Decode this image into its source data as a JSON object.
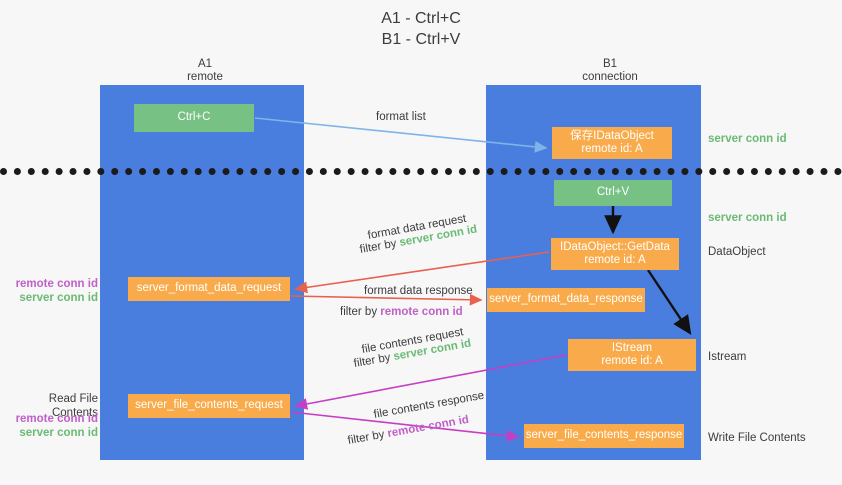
{
  "title": {
    "line1": "A1 - Ctrl+C",
    "line2": "B1 - Ctrl+V"
  },
  "columns": {
    "a1": {
      "name": "A1",
      "role": "remote"
    },
    "b1": {
      "name": "B1",
      "role": "connection"
    }
  },
  "boxes": {
    "ctrl_c": {
      "line1": "Ctrl+C",
      "line2": "",
      "color": "#76c183"
    },
    "idataobject": {
      "line1": "保存IDataObject",
      "line2": "remote id: A",
      "color": "#f9ab4b"
    },
    "ctrl_v": {
      "line1": "Ctrl+V",
      "line2": "",
      "color": "#76c183"
    },
    "getdata": {
      "line1": "IDataObject::GetData",
      "line2": "remote id: A",
      "color": "#f9ab4b"
    },
    "server_format_data_request": {
      "line1": "server_format_data_request",
      "line2": "",
      "color": "#f9ab4b"
    },
    "server_format_data_response": {
      "line1": "server_format_data_response",
      "line2": "",
      "color": "#f9ab4b"
    },
    "istream": {
      "line1": "IStream",
      "line2": "remote id: A",
      "color": "#f9ab4b"
    },
    "server_file_contents_request": {
      "line1": "server_file_contents_request",
      "line2": "",
      "color": "#f9ab4b"
    },
    "server_file_contents_response": {
      "line1": "server_file_contents_response",
      "line2": "",
      "color": "#f9ab4b"
    }
  },
  "arrow_labels": {
    "format_list": "format list",
    "format_data_request": "format data request",
    "format_data_request_filter_prefix": "filter by ",
    "format_data_request_filter_value": "server conn id",
    "format_data_response": "format data response",
    "format_data_response_filter_prefix": "filter by ",
    "format_data_response_filter_value": "remote conn id",
    "file_contents_request": "file contents request",
    "file_contents_request_filter_prefix": "filter by ",
    "file_contents_request_filter_value": "server conn id",
    "file_contents_response": "file contents response",
    "file_contents_response_filter_prefix": "filter by ",
    "file_contents_response_filter_value": "remote conn id"
  },
  "side_labels": {
    "server_conn_id_top": "server conn id",
    "server_conn_id_mid": "server conn id",
    "dataobject": "DataObject",
    "istream": "Istream",
    "write_file_contents": "Write File Contents",
    "read_file_contents": "Read File Contents",
    "remote_conn_id_a": "remote conn id",
    "server_conn_id_a": "server conn id",
    "remote_conn_id_b": "remote conn id",
    "server_conn_id_b": "server conn id"
  },
  "colors": {
    "lane": "#4a7ede",
    "green_box": "#76c183",
    "orange_box": "#f9ab4b",
    "green_text": "#6aba74",
    "magenta_text": "#c060c8",
    "arrow_blue": "#7fb4e8",
    "arrow_red": "#e8614d",
    "arrow_magenta": "#c43fc4",
    "arrow_black": "#111111",
    "divider": "#1b1b1b",
    "background": "#f7f7f7"
  }
}
